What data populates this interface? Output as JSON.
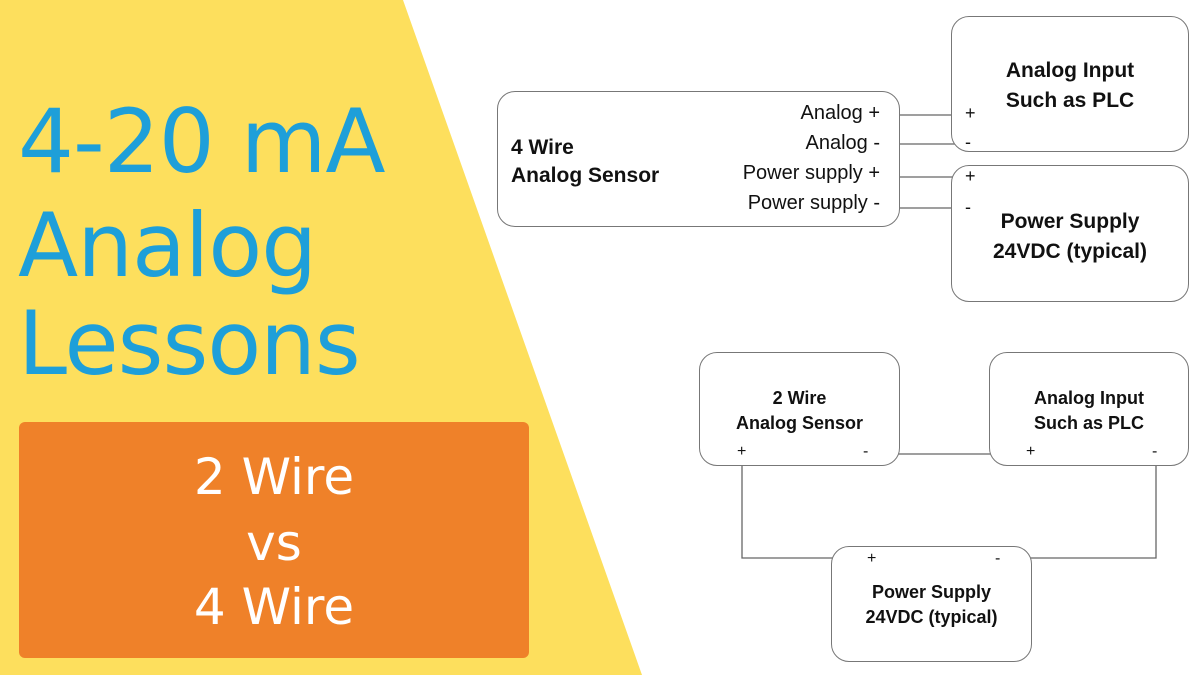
{
  "left_panel": {
    "title_lines": [
      "4-20 mA",
      "Analog",
      "Lessons"
    ],
    "subtitle_lines": [
      "2 Wire",
      "vs",
      "4 Wire"
    ]
  },
  "four_wire": {
    "sensor_lines": [
      "4 Wire",
      "Analog Sensor"
    ],
    "terminals": [
      "Analog +",
      "Analog -",
      "Power supply +",
      "Power supply -"
    ],
    "plc_lines": [
      "Analog Input",
      "Such as PLC"
    ],
    "plc_terminals": [
      "+",
      "-"
    ],
    "psu_lines": [
      "Power Supply",
      "24VDC (typical)"
    ],
    "psu_terminals": [
      "+",
      "-"
    ]
  },
  "two_wire": {
    "sensor_lines": [
      "2 Wire",
      "Analog Sensor"
    ],
    "sensor_terminals": [
      "+",
      "-"
    ],
    "plc_lines": [
      "Analog Input",
      "Such as PLC"
    ],
    "plc_terminals": [
      "+",
      "-"
    ],
    "psu_lines": [
      "Power Supply",
      "24VDC (typical)"
    ],
    "psu_terminals": [
      "+",
      "-"
    ]
  },
  "colors": {
    "yellow": "#fddf5d",
    "title_blue": "#1e9fd9",
    "orange": "#ef8129",
    "wire": "#666666"
  }
}
